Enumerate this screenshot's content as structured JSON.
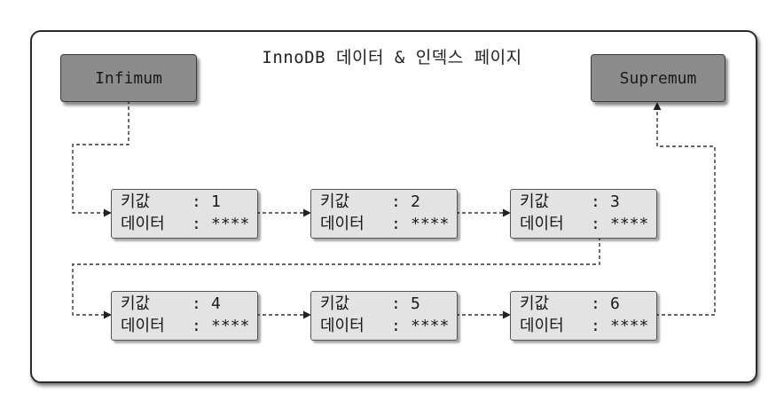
{
  "title": "InnoDB 데이터 & 인덱스 페이지",
  "infimum": "Infimum",
  "supremum": "Supremum",
  "labels": {
    "key": "키값",
    "data": "데이터",
    "sep": ":"
  },
  "records": [
    {
      "key": "1",
      "data": "****"
    },
    {
      "key": "2",
      "data": "****"
    },
    {
      "key": "3",
      "data": "****"
    },
    {
      "key": "4",
      "data": "****"
    },
    {
      "key": "5",
      "data": "****"
    },
    {
      "key": "6",
      "data": "****"
    }
  ],
  "colors": {
    "boundary": "#8c8c8c",
    "record": "#e3e3e3",
    "line": "#333333"
  }
}
